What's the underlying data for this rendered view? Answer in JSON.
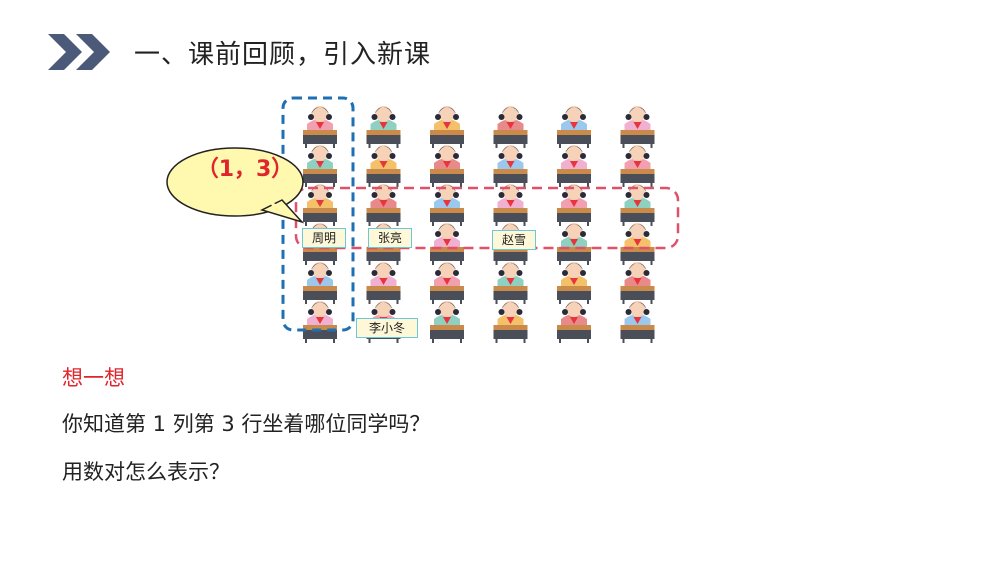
{
  "header": {
    "title": "一、课前回顾，引入新课",
    "icon": "chevron-double-right-icon",
    "icon_color": "#4a5a78"
  },
  "illustration": {
    "bubble_text": "（1，3）",
    "columns": 6,
    "rows": 6,
    "highlight_column_color": "#1f6fb3",
    "highlight_row_color": "#e0506a",
    "name_labels": {
      "zhou_ming": "周明",
      "zhang_liang": "张亮",
      "zhao_xue": "赵雪",
      "li_xiaodong": "李小冬"
    }
  },
  "content": {
    "think_label": "想一想",
    "question1": "你知道第 1 列第 3 行坐着哪位同学吗？",
    "question2": "用数对怎么表示？"
  },
  "colors": {
    "accent_red": "#e0242b"
  }
}
